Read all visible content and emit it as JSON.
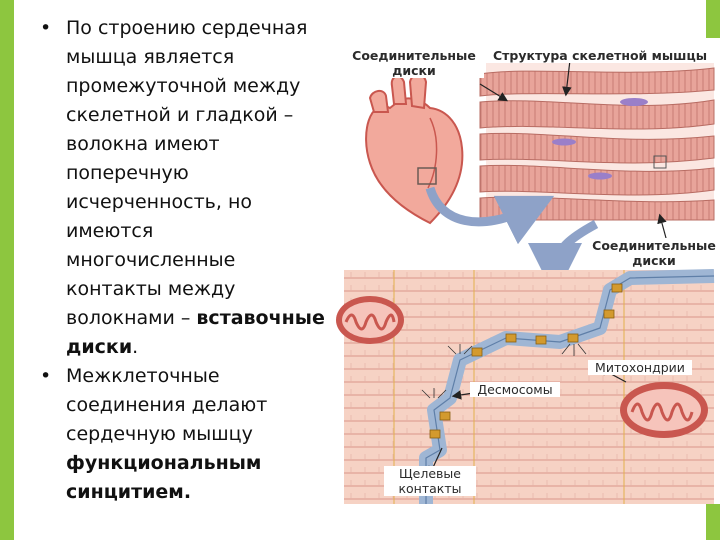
{
  "bullets": [
    {
      "lines": [
        {
          "text": "По строению сердечная"
        },
        {
          "text": "мышца является"
        },
        {
          "text": "промежуточной между"
        },
        {
          "text": "скелетной и гладкой –"
        },
        {
          "text": "волокна имеют"
        },
        {
          "text": "поперечную"
        },
        {
          "text": "исчерченность, но"
        },
        {
          "text": "имеются"
        },
        {
          "text": "многочисленные"
        },
        {
          "text": "контакты между"
        },
        {
          "text": "волокнами – ",
          "bold": "вставочные"
        },
        {
          "bold": "диски",
          "text2": "."
        }
      ]
    },
    {
      "lines": [
        {
          "text": "Межклеточные"
        },
        {
          "text": "соединения делают"
        },
        {
          "text": "сердечную мышцу"
        },
        {
          "bold": "функциональным"
        },
        {
          "bold": "синцитием."
        }
      ]
    }
  ],
  "bullet_symbol": "•",
  "figure_labels": {
    "intercalated_discs_top_1": "Соединительные",
    "intercalated_discs_top_2": "диски",
    "skeletal_structure": "Структура скелетной мышцы",
    "intercalated_discs_right_1": "Соединительные",
    "intercalated_discs_right_2": "диски",
    "mitochondria": "Митохондрии",
    "desmosomes": "Десмосомы",
    "gap_junctions_1": "Щелевые",
    "gap_junctions_2": "контакты"
  },
  "colors": {
    "background_green": "#8dc63f",
    "heart": "#f2a99c",
    "fiber": "#e8a49a",
    "nucleus": "#9a7fc9",
    "membrane": "#9fb6d4",
    "junction": "#d39a2e",
    "mitochondrion": "#c9574f"
  }
}
